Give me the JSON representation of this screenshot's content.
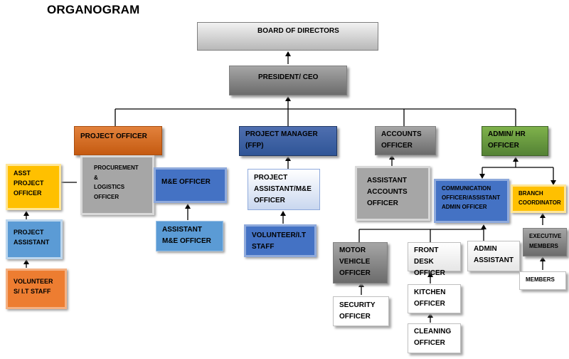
{
  "title": "ORGANOGRAM",
  "nodes": {
    "board": "BOARD OF DIRECTORS",
    "president": "PRESIDENT/ CEO",
    "project_officer": "PROJECT OFFICER",
    "project_manager": "PROJECT MANAGER\n(FFP)",
    "accounts_officer": "ACCOUNTS\nOFFICER",
    "admin_hr": "ADMIN/ HR\nOFFICER",
    "asst_project_officer": "ASST\nPROJECT\nOFFICER",
    "procurement": "PROCUREMENT\n&\nLOGISTICS OFFICER",
    "me_officer": "M&E OFFICER",
    "project_assistant": "PROJECT\nASSISTANT",
    "volunteer_it_left": "VOLUNTEER\nS/ I.T STAFF",
    "assistant_me": "ASSISTANT\nM&E OFFICER",
    "project_assistant_me": "PROJECT\nASSISTANT/M&E\nOFFICER",
    "volunteer_it_mid": "VOLUNTEER/I.T\nSTAFF",
    "assistant_accounts": "ASSISTANT\nACCOUNTS\nOFFICER",
    "communication": "COMMUNICATION\nOFFICER/ASSISTANT\nADMIN OFFICER",
    "branch_coordinator": "BRANCH\nCOORDINATOR",
    "motor_vehicle": "MOTOR\nVEHICLE\nOFFICER",
    "front_desk": "FRONT DESK\nOFFICER",
    "admin_assistant": "ADMIN\nASSISTANT",
    "executive_members": "EXECUTIVE\nMEMBERS",
    "members": "MEMBERS",
    "security": "SECURITY\nOFFICER",
    "kitchen": "KITCHEN\nOFFICER",
    "cleaning": "CLEANING\nOFFICER"
  }
}
